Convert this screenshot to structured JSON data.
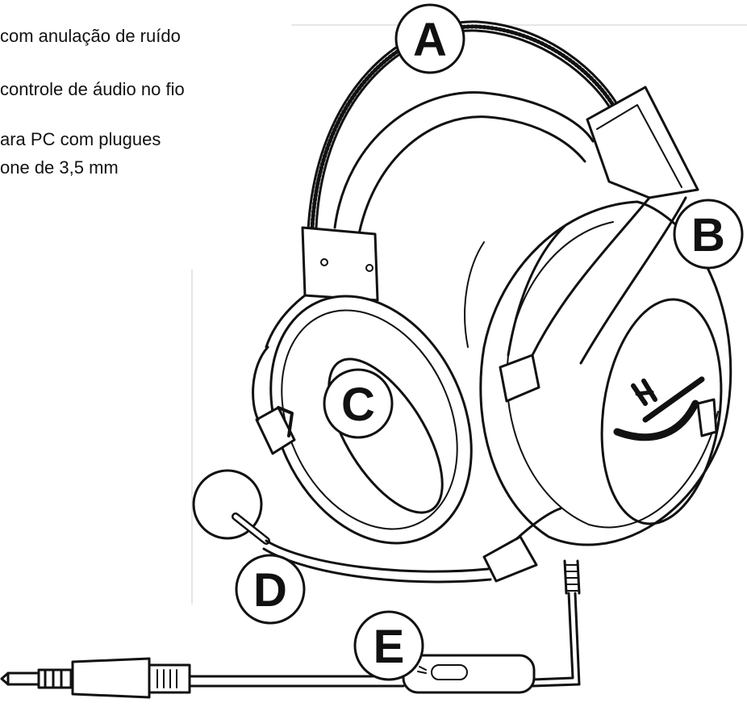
{
  "text_lines": [
    " com anulação de ruído",
    " controle de áudio no fio",
    "ara PC com plugues",
    "one de 3,5 mm"
  ],
  "labels": [
    "A",
    "B",
    "C",
    "D",
    "E"
  ],
  "logo_text": "HX",
  "colors": {
    "ink": "#111111",
    "paper": "#ffffff",
    "rule": "#e6e6e6"
  }
}
